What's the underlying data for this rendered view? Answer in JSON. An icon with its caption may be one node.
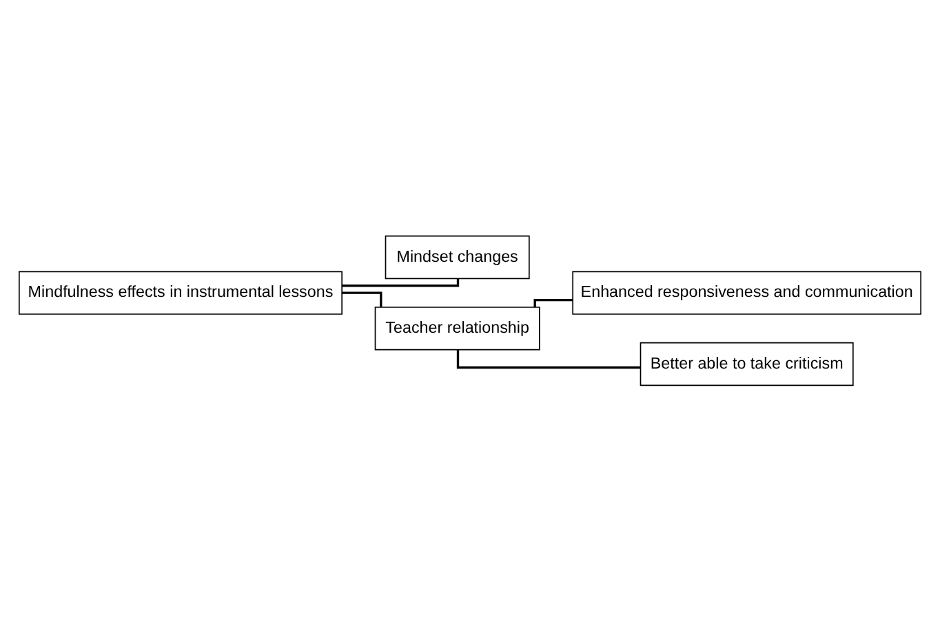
{
  "diagram": {
    "nodes": [
      {
        "text": [
          "Mindfulness effects in instrumental lessons"
        ]
      },
      {
        "text": [
          "Mindset changes"
        ]
      },
      {
        "text": [
          "Teacher relationship"
        ]
      },
      {
        "text": [
          "Enhanced responsiveness and communication"
        ]
      },
      {
        "text": [
          "Better able to take criticism"
        ]
      }
    ],
    "edges": [
      {
        "from": 0,
        "to": 1,
        "arrow": "none"
      },
      {
        "from": 0,
        "to": 2,
        "arrow": "none"
      },
      {
        "from": 2,
        "to": 3,
        "arrow": "none"
      },
      {
        "from": 2,
        "to": 4,
        "arrow": "none"
      }
    ]
  }
}
